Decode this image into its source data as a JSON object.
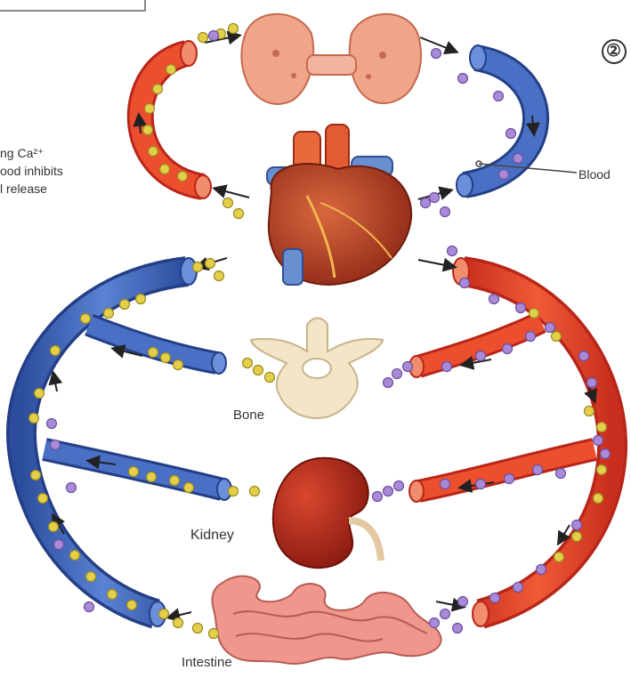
{
  "labels": {
    "step": "②",
    "left_text": [
      "ng Ca²⁺",
      "ood inhibits",
      "l release"
    ],
    "blood": "Blood",
    "bone": "Bone",
    "kidney": "Kidney",
    "intestine": "Intestine"
  },
  "organs": [
    "thyroid-gland",
    "heart",
    "bone",
    "kidney",
    "intestine"
  ],
  "colors": {
    "artery": "#e8452c",
    "artery_dark": "#b8261a",
    "vein": "#3d63b8",
    "vein_dark": "#243f86",
    "calcium_particle": "#e4cf4a",
    "hormone_particle": "#a98ad6"
  }
}
